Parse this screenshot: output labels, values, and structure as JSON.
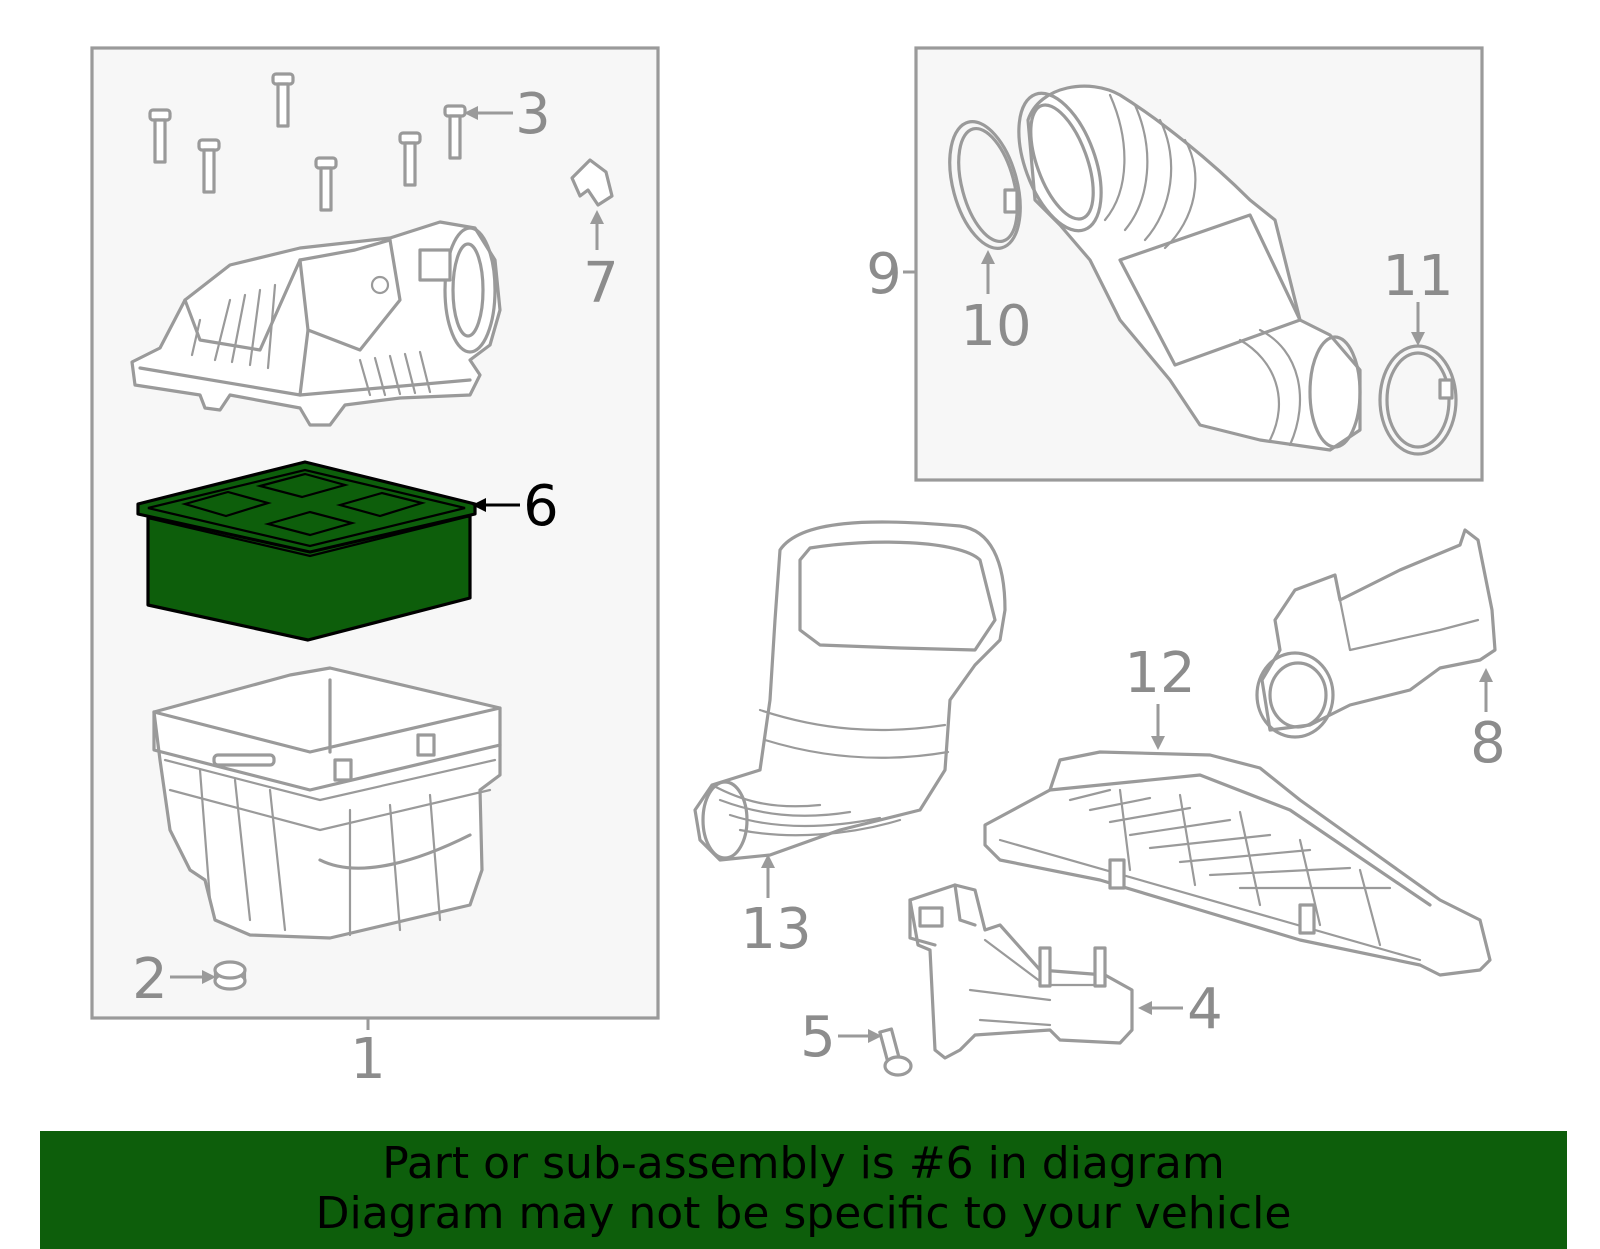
{
  "callouts": {
    "c1": "1",
    "c2": "2",
    "c3": "3",
    "c4": "4",
    "c5": "5",
    "c6": "6",
    "c7": "7",
    "c8": "8",
    "c9": "9",
    "c10": "10",
    "c11": "11",
    "c12": "12",
    "c13": "13"
  },
  "highlight": {
    "part": "6",
    "color": "#0d5e0b"
  },
  "banner": {
    "line1": "Part or sub-assembly is #6 in diagram",
    "line2": "Diagram may not be specific to your vehicle",
    "background": "#0d5e0b"
  }
}
